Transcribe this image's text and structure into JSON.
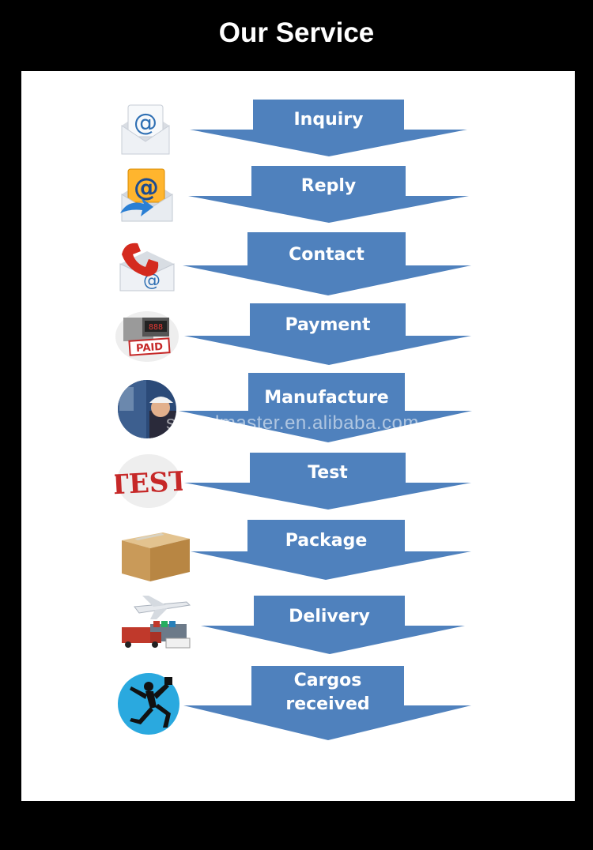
{
  "header": {
    "title": "Our Service"
  },
  "colors": {
    "arrow": "#4F81BD",
    "background": "#000000",
    "panel": "#FFFFFF"
  },
  "steps": [
    {
      "label": "Inquiry",
      "icon": "email-envelope-icon"
    },
    {
      "label": "Reply",
      "icon": "email-reply-icon"
    },
    {
      "label": "Contact",
      "icon": "phone-email-icon"
    },
    {
      "label": "Payment",
      "icon": "paid-stamp-icon"
    },
    {
      "label": "Manufacture",
      "icon": "worker-icon"
    },
    {
      "label": "Test",
      "icon": "test-stamp-icon"
    },
    {
      "label": "Package",
      "icon": "cardboard-box-icon"
    },
    {
      "label": "Delivery",
      "icon": "plane-truck-ship-icon"
    },
    {
      "label": "Cargos received",
      "line1": "Cargos",
      "line2": "received",
      "icon": "jumping-person-icon"
    }
  ],
  "watermark": "speedmaster.en.alibaba.com"
}
